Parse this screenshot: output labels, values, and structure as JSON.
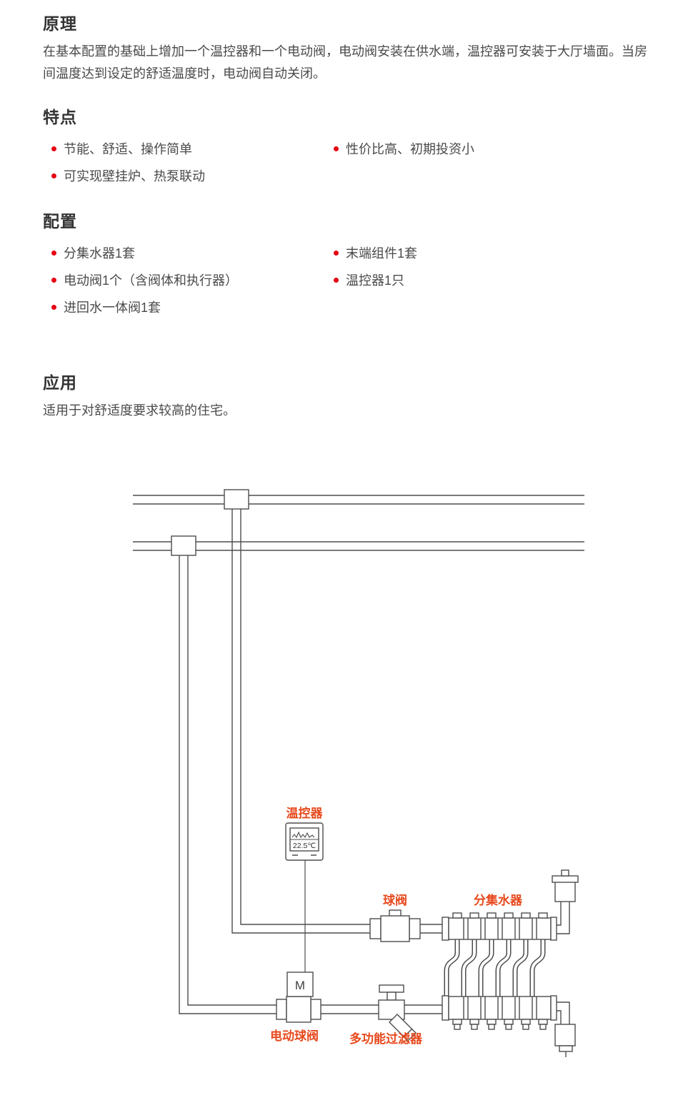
{
  "colors": {
    "bullet": "#e60012",
    "diagram_label": "#e8491d",
    "line": "#4d4d4f",
    "text": "#404040"
  },
  "sections": {
    "principle": {
      "title": "原理",
      "body": "在基本配置的基础上增加一个温控器和一个电动阀，电动阀安装在供水端，温控器可安装于大厅墙面。当房间温度达到设定的舒适温度时，电动阀自动关闭。"
    },
    "features": {
      "title": "特点",
      "left_items": [
        "节能、舒适、操作简单",
        "可实现壁挂炉、热泵联动"
      ],
      "right_items": [
        "性价比高、初期投资小"
      ]
    },
    "config": {
      "title": "配置",
      "left_items": [
        "分集水器1套",
        "电动阀1个（含阀体和执行器）",
        "进回水一体阀1套"
      ],
      "right_items": [
        "末端组件1套",
        "温控器1只"
      ]
    },
    "application": {
      "title": "应用",
      "body": "适用于对舒适度要求较高的住宅。"
    }
  },
  "diagram": {
    "labels": {
      "thermostat": "温控器",
      "ball_valve": "球阀",
      "manifold": "分集水器",
      "electric_ball_valve": "电动球阀",
      "filter": "多功能过滤器"
    },
    "thermostat_reading": "22.5℃",
    "motor_label": "M"
  }
}
